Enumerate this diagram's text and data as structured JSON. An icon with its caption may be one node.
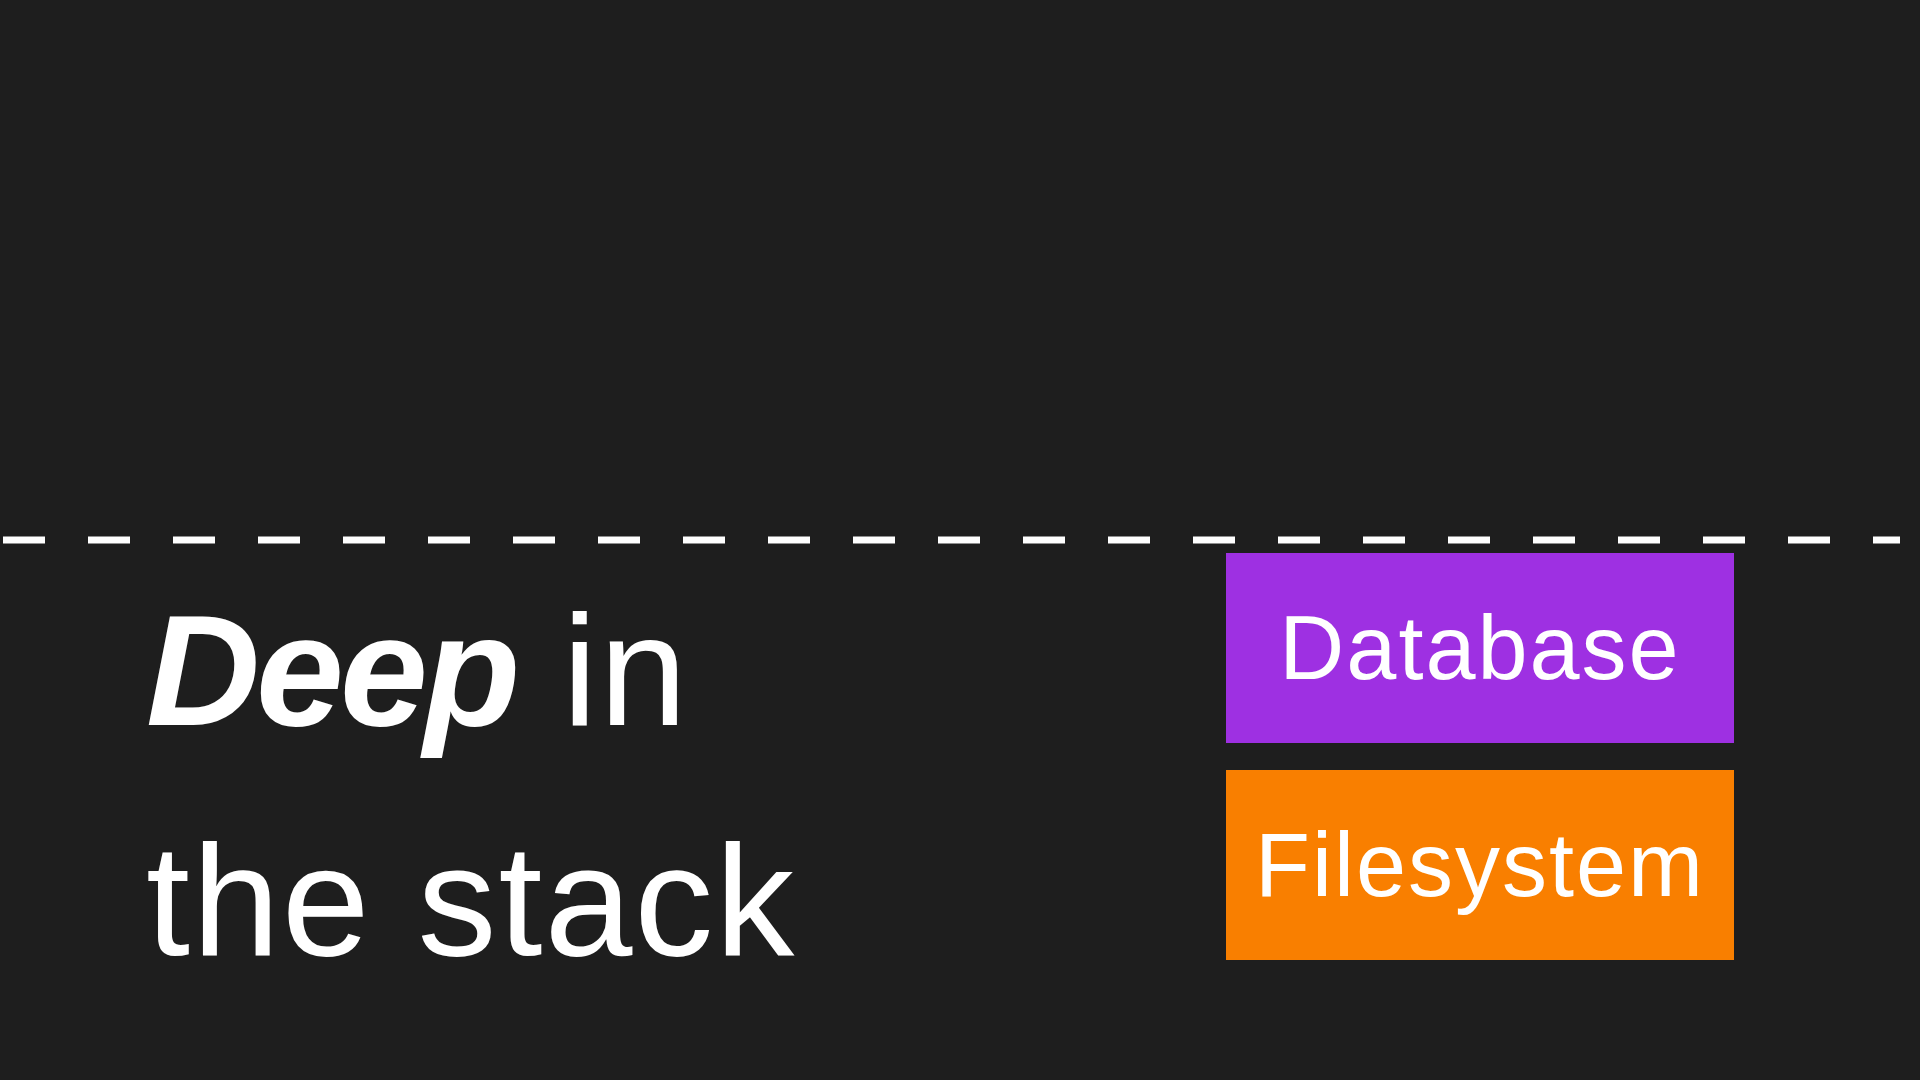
{
  "diagram": {
    "title": "**Deep** in the stack",
    "nodes": [
      {
        "text": [
          "Database"
        ]
      },
      {
        "text": [
          "Filesystem"
        ]
      }
    ]
  }
}
